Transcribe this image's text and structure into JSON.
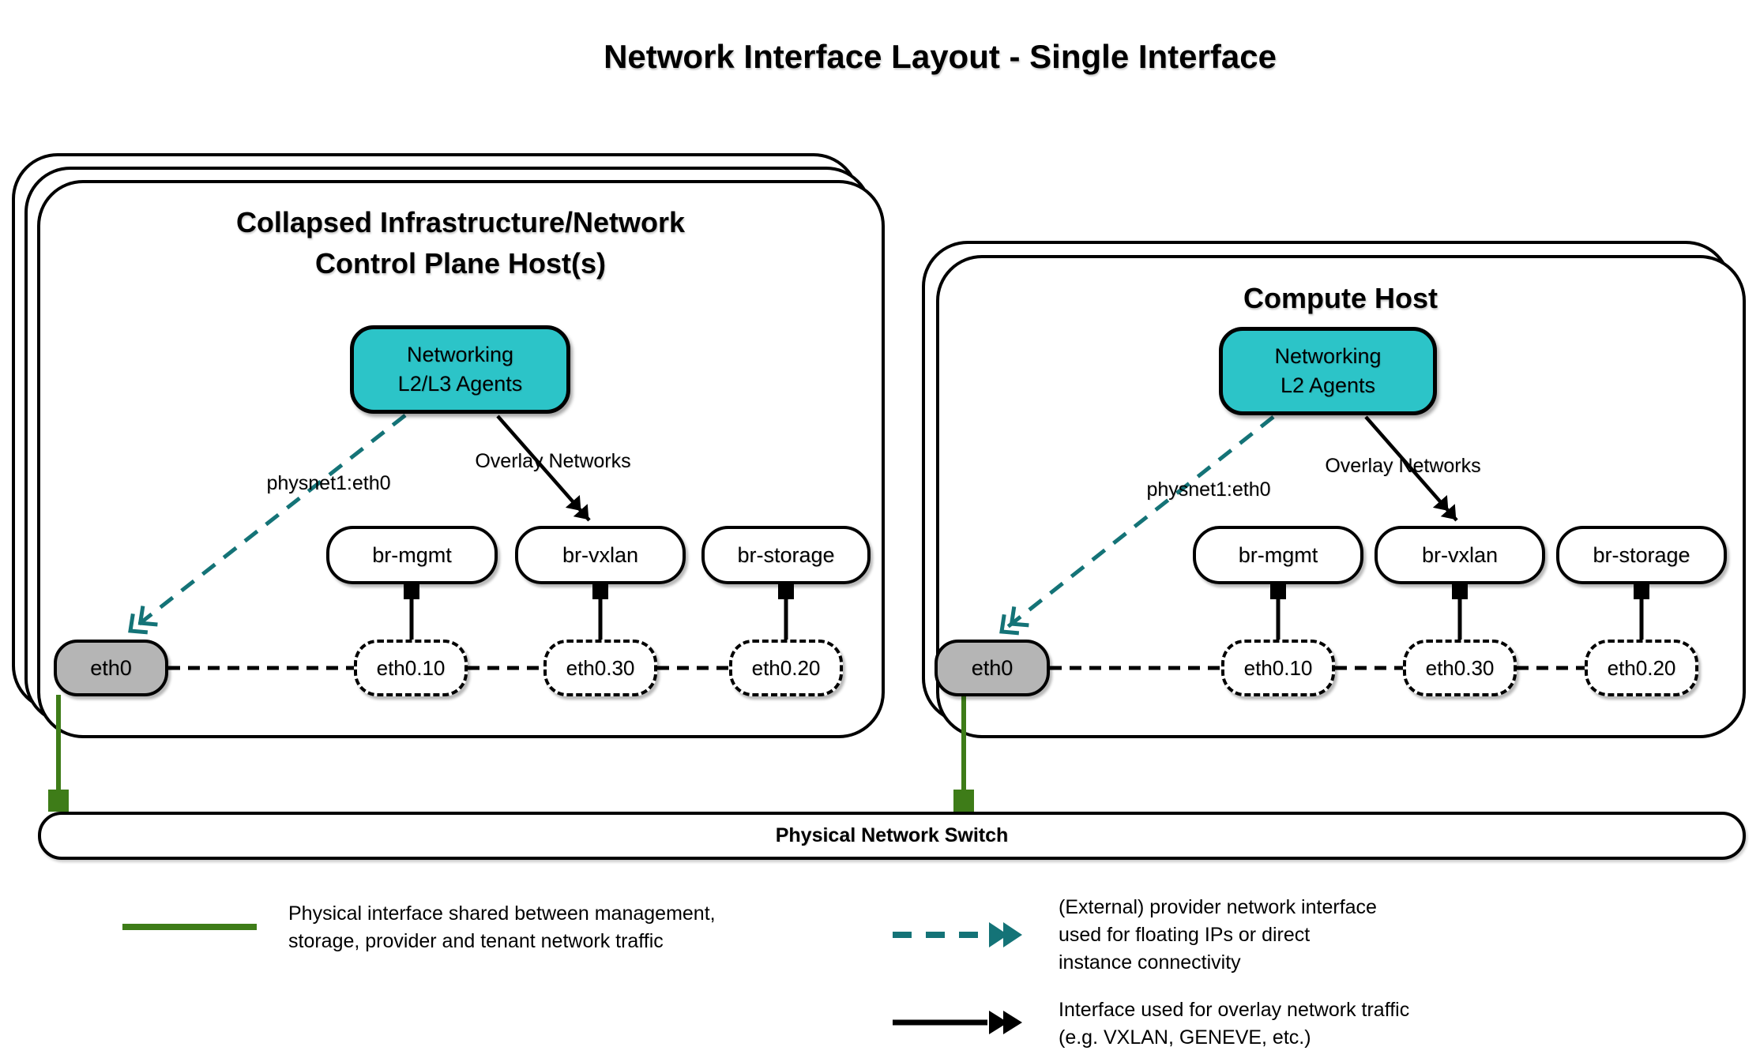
{
  "page_title": "Network Interface Layout - Single Interface",
  "hosts": {
    "control": {
      "title": [
        "Collapsed Infrastructure/Network",
        "Control Plane Host(s)"
      ],
      "agent": [
        "Networking",
        "L2/L3 Agents"
      ],
      "provider_label": "physnet1:eth0",
      "overlay_label": "Overlay Networks",
      "bridges": [
        "br-mgmt",
        "br-vxlan",
        "br-storage"
      ],
      "interface": "eth0",
      "subinterfaces": [
        "eth0.10",
        "eth0.30",
        "eth0.20"
      ]
    },
    "compute": {
      "title": [
        "Compute Host"
      ],
      "agent": [
        "Networking",
        "L2 Agents"
      ],
      "provider_label": "physnet1:eth0",
      "overlay_label": "Overlay Networks",
      "bridges": [
        "br-mgmt",
        "br-vxlan",
        "br-storage"
      ],
      "interface": "eth0",
      "subinterfaces": [
        "eth0.10",
        "eth0.30",
        "eth0.20"
      ]
    }
  },
  "switch": {
    "label": "Physical Network Switch"
  },
  "legend": {
    "physical": {
      "lines": [
        "Physical interface shared between management,",
        "storage, provider and tenant network traffic"
      ]
    },
    "provider": {
      "lines": [
        "(External) provider network interface",
        "used for floating IPs or direct",
        "instance connectivity"
      ]
    },
    "overlay": {
      "lines": [
        "Interface used for overlay network traffic",
        "(e.g. VXLAN, GENEVE, etc.)"
      ]
    }
  },
  "colors": {
    "agent_fill": "#2cc4c8",
    "provider_line": "#147377",
    "physical_line": "#3e7c18",
    "interface_fill": "#b5b5b5",
    "line_black": "#000000"
  }
}
